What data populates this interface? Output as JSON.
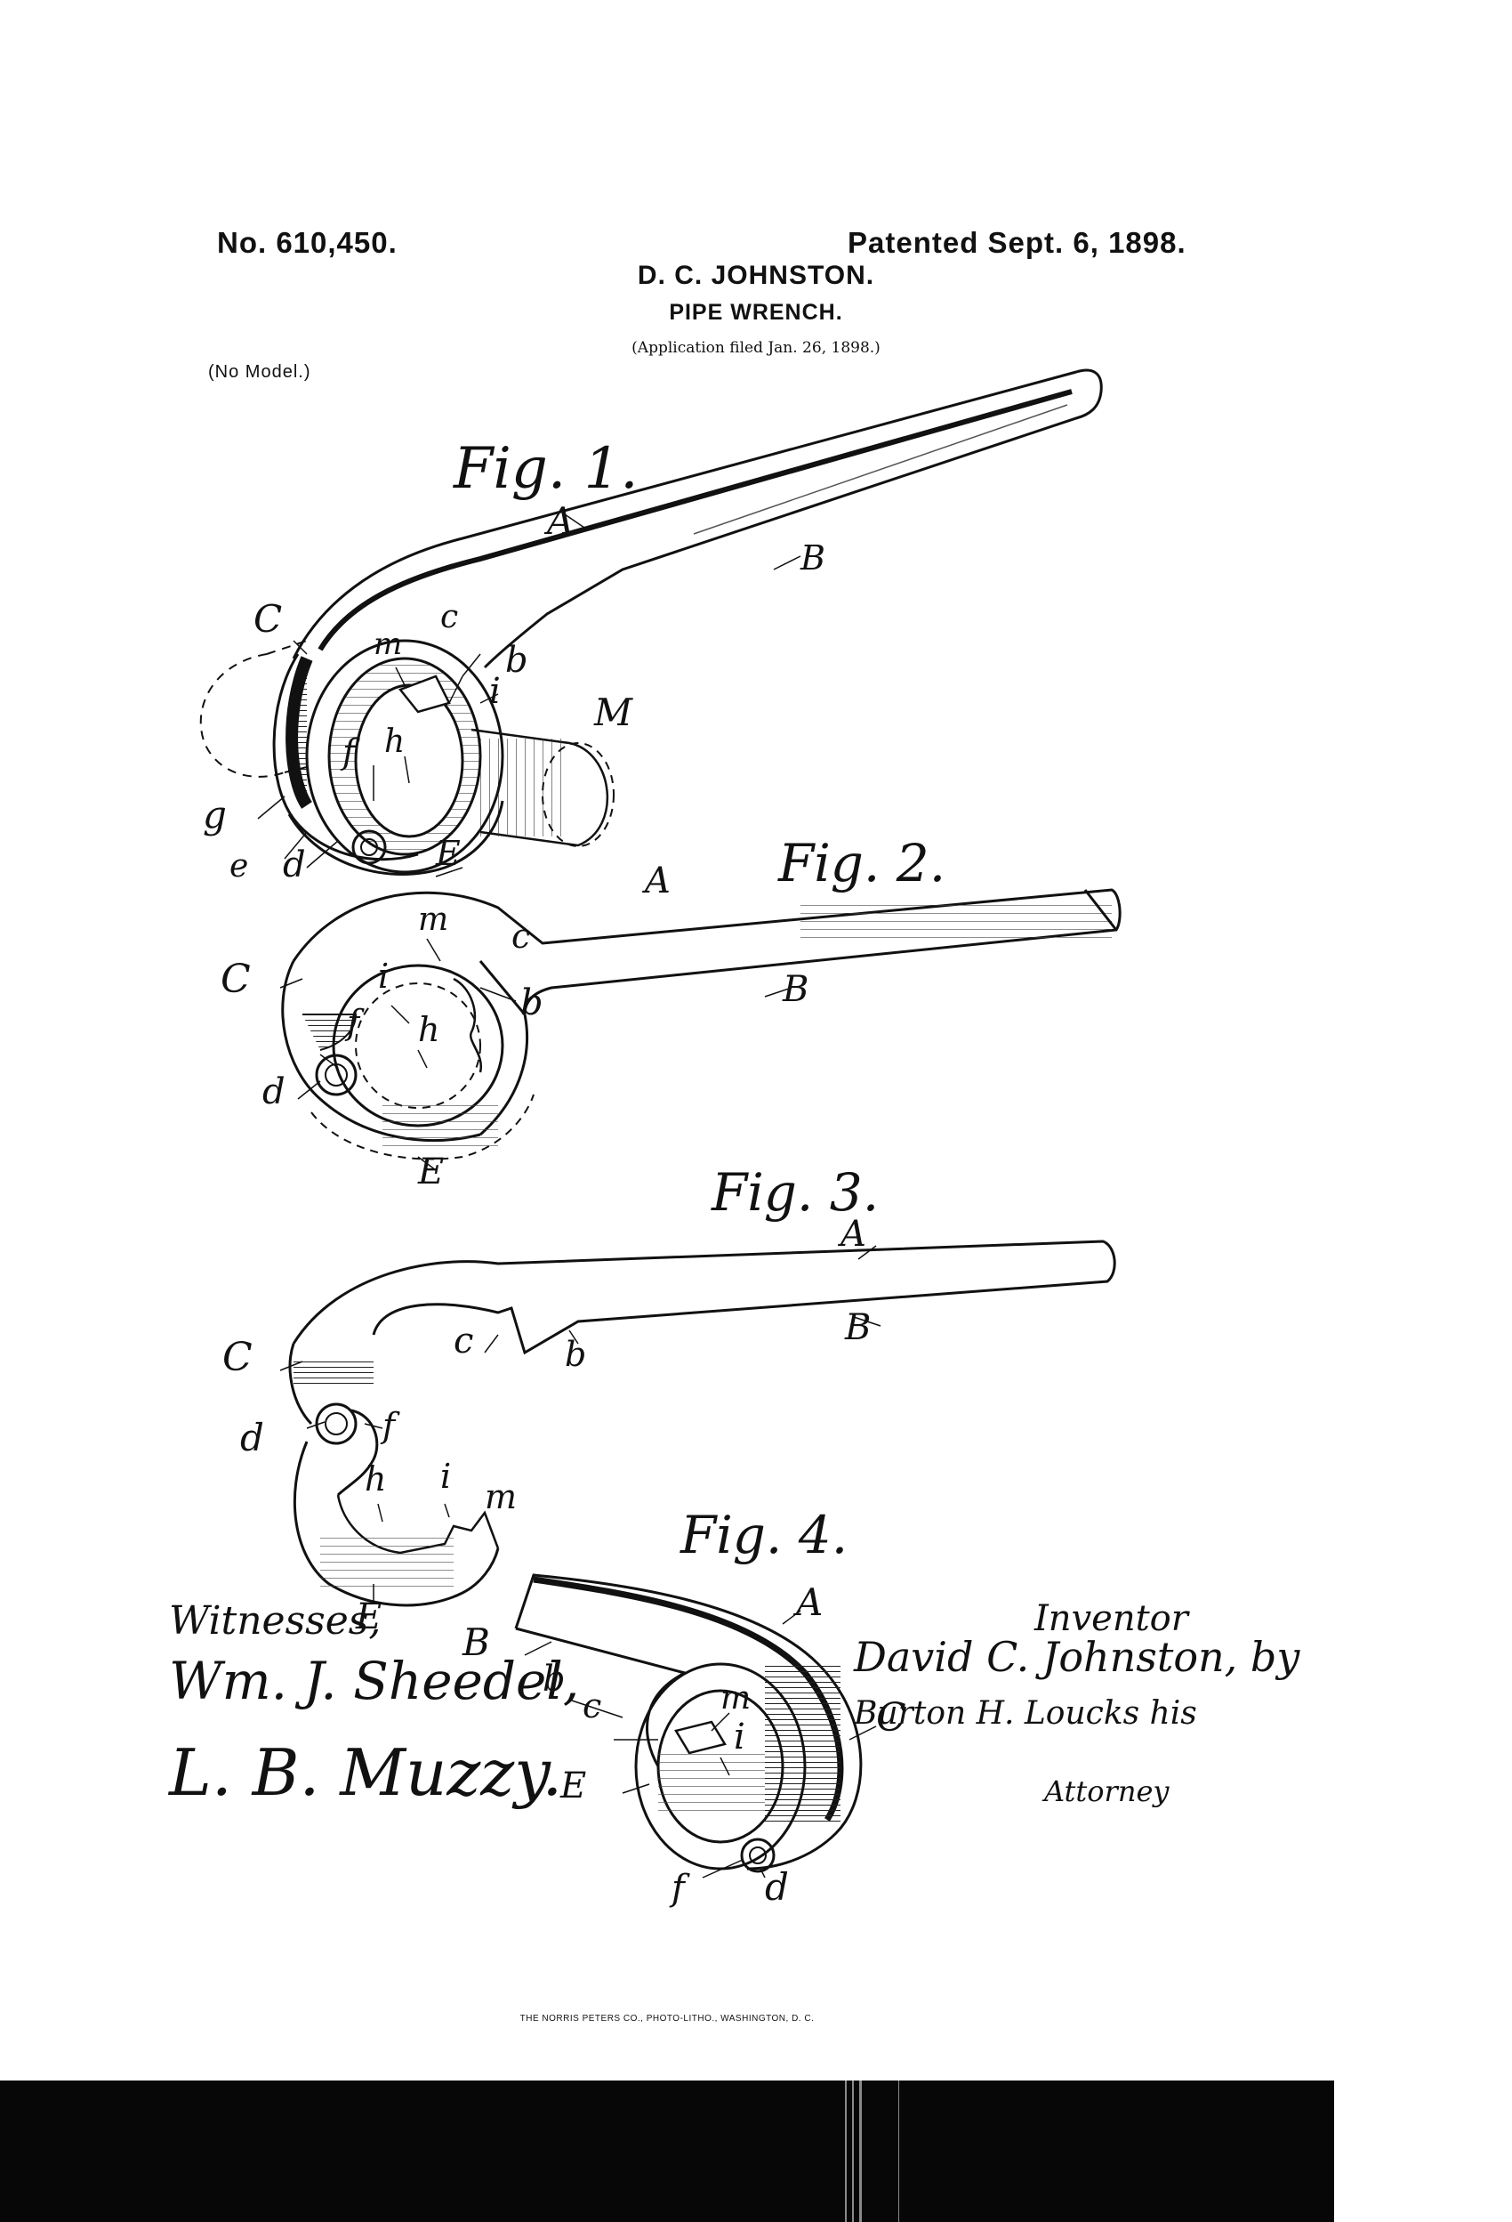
{
  "header": {
    "patent_number": "No. 610,450.",
    "patent_date": "Patented Sept. 6, 1898.",
    "inventor": "D. C. JOHNSTON.",
    "title": "PIPE WRENCH.",
    "application_note": "(Application filed Jan. 26, 1898.)",
    "model_note": "(No Model.)"
  },
  "figures": {
    "fig1": {
      "title": "Fig. 1.",
      "labels": {
        "A": "A",
        "B": "B",
        "C": "C",
        "c": "c",
        "b": "b",
        "m": "m",
        "i": "i",
        "f": "f",
        "h": "h",
        "M": "M",
        "g": "g",
        "e": "e",
        "d": "d",
        "E": "E"
      }
    },
    "fig2": {
      "title": "Fig. 2.",
      "labels": {
        "A": "A",
        "m": "m",
        "c": "c",
        "C": "C",
        "i": "i",
        "b": "b",
        "B": "B",
        "f": "f",
        "h": "h",
        "d": "d",
        "E": "E"
      }
    },
    "fig3": {
      "title": "Fig. 3.",
      "labels": {
        "A": "A",
        "C": "C",
        "c": "c",
        "b": "b",
        "B": "B",
        "d": "d",
        "f": "f",
        "h": "h",
        "i": "i",
        "m": "m",
        "E": "E"
      }
    },
    "fig4": {
      "title": "Fig. 4.",
      "labels": {
        "A": "A",
        "B": "B",
        "b": "b",
        "c": "c",
        "m": "m",
        "C": "C",
        "i": "i",
        "E": "E",
        "f": "f",
        "d": "d"
      }
    }
  },
  "signatures": {
    "witnesses_label": "Witnesses,",
    "witness_1": "Wm. J. Sheedel,",
    "witness_2": "L. B. Muzzy.",
    "inventor_label": "Inventor",
    "inventor_signature": "David C. Johnston, by",
    "attorney_signature": "Burton H. Loucks his",
    "attorney_label": "Attorney"
  },
  "footer": {
    "printer_credit": "THE NORRIS PETERS CO., PHOTO-LITHO., WASHINGTON, D. C."
  }
}
